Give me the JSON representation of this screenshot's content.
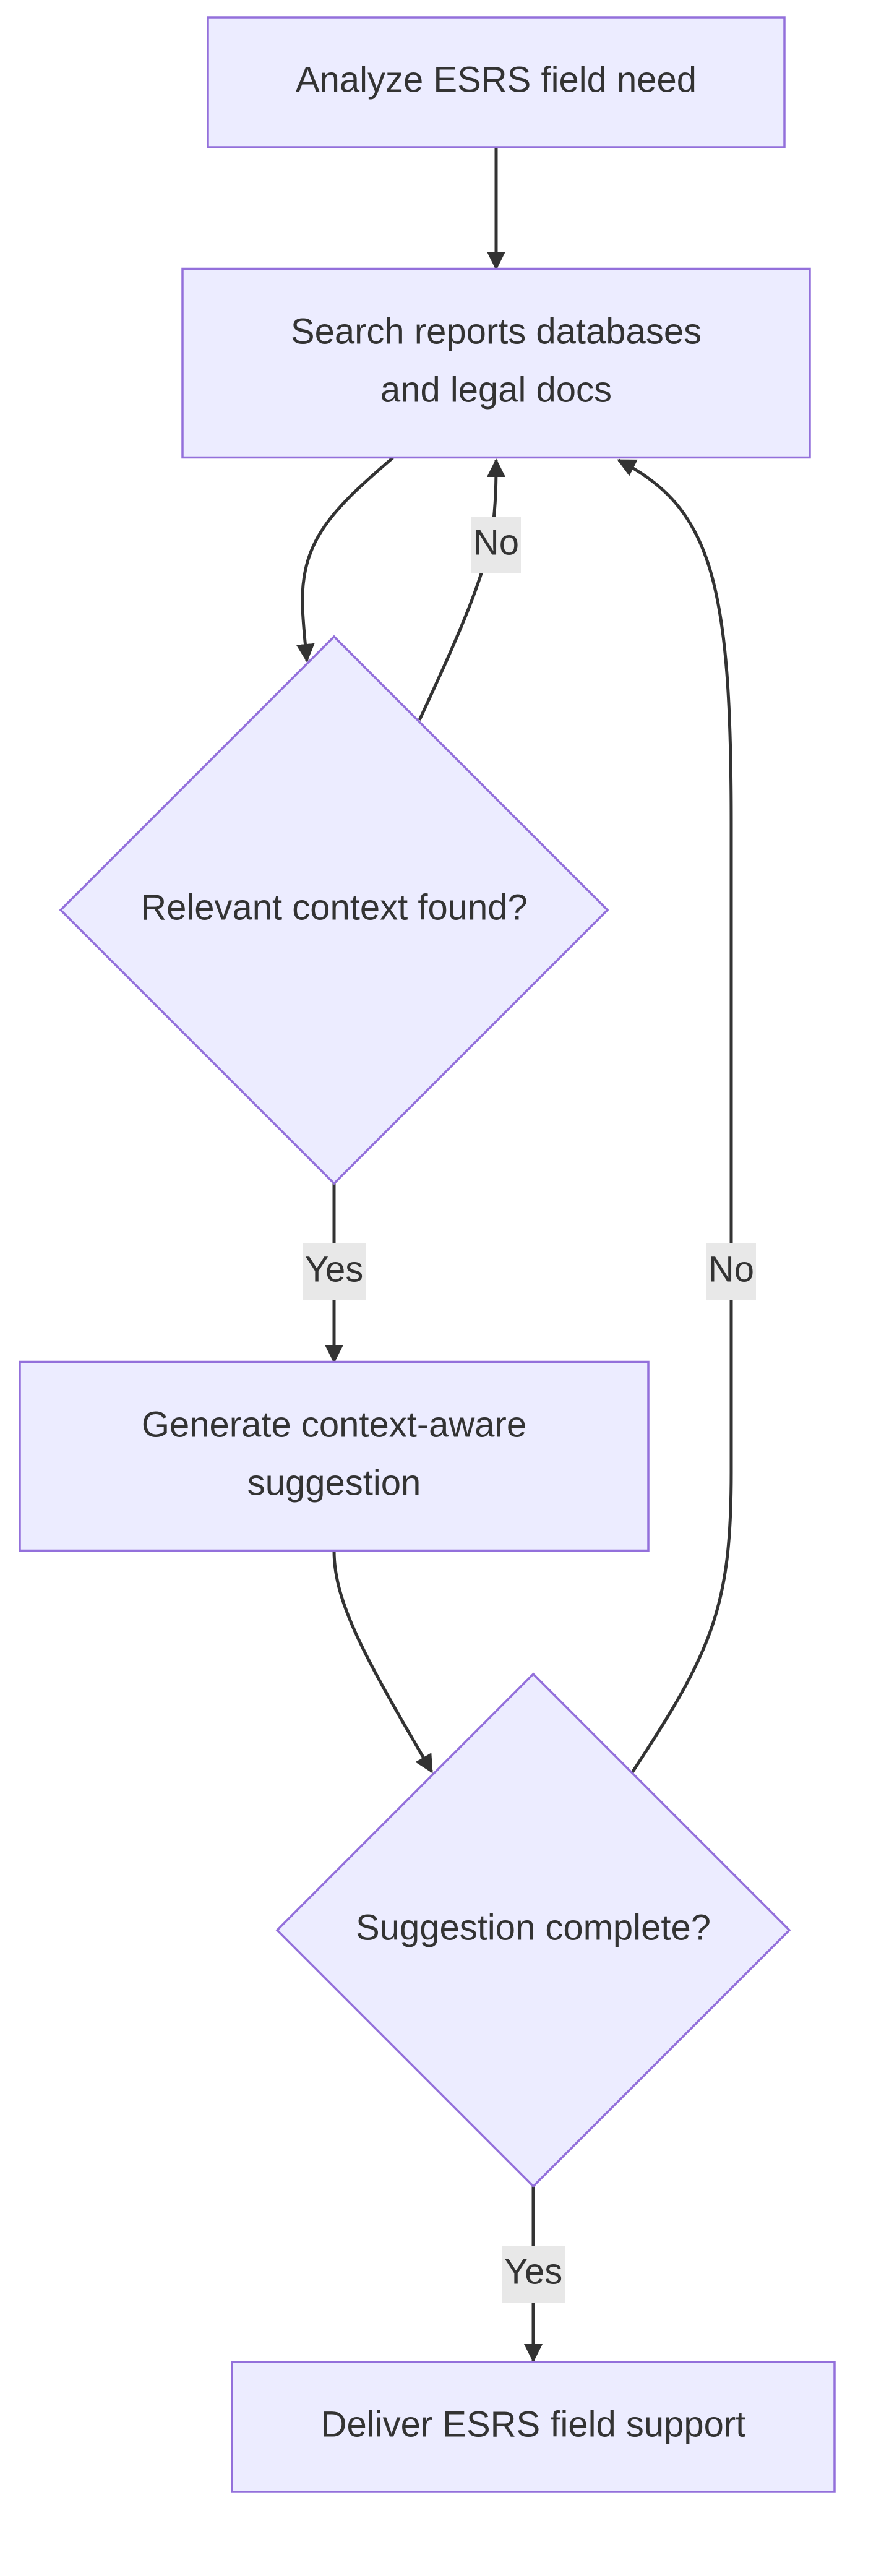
{
  "colors": {
    "node_fill": "#ECECFF",
    "node_stroke": "#9370DB",
    "edge": "#333333",
    "text": "#333333",
    "edge_label_background": "#E8E8E8"
  },
  "nodes": {
    "analyze": {
      "shape": "rect",
      "lines": [
        "Analyze ESRS field need"
      ]
    },
    "search": {
      "shape": "rect",
      "lines": [
        "Search reports databases",
        "and legal docs"
      ]
    },
    "relevant": {
      "shape": "diamond",
      "lines": [
        "Relevant context found?"
      ]
    },
    "generate": {
      "shape": "rect",
      "lines": [
        "Generate context-aware",
        "suggestion"
      ]
    },
    "complete": {
      "shape": "diamond",
      "lines": [
        "Suggestion complete?"
      ]
    },
    "deliver": {
      "shape": "rect",
      "lines": [
        "Deliver ESRS field support"
      ]
    }
  },
  "edges": [
    {
      "from": "analyze",
      "to": "search",
      "label": ""
    },
    {
      "from": "search",
      "to": "relevant",
      "label": ""
    },
    {
      "from": "relevant",
      "to": "search",
      "label": "No"
    },
    {
      "from": "relevant",
      "to": "generate",
      "label": "Yes"
    },
    {
      "from": "generate",
      "to": "complete",
      "label": ""
    },
    {
      "from": "complete",
      "to": "search",
      "label": "No"
    },
    {
      "from": "complete",
      "to": "deliver",
      "label": "Yes"
    }
  ]
}
